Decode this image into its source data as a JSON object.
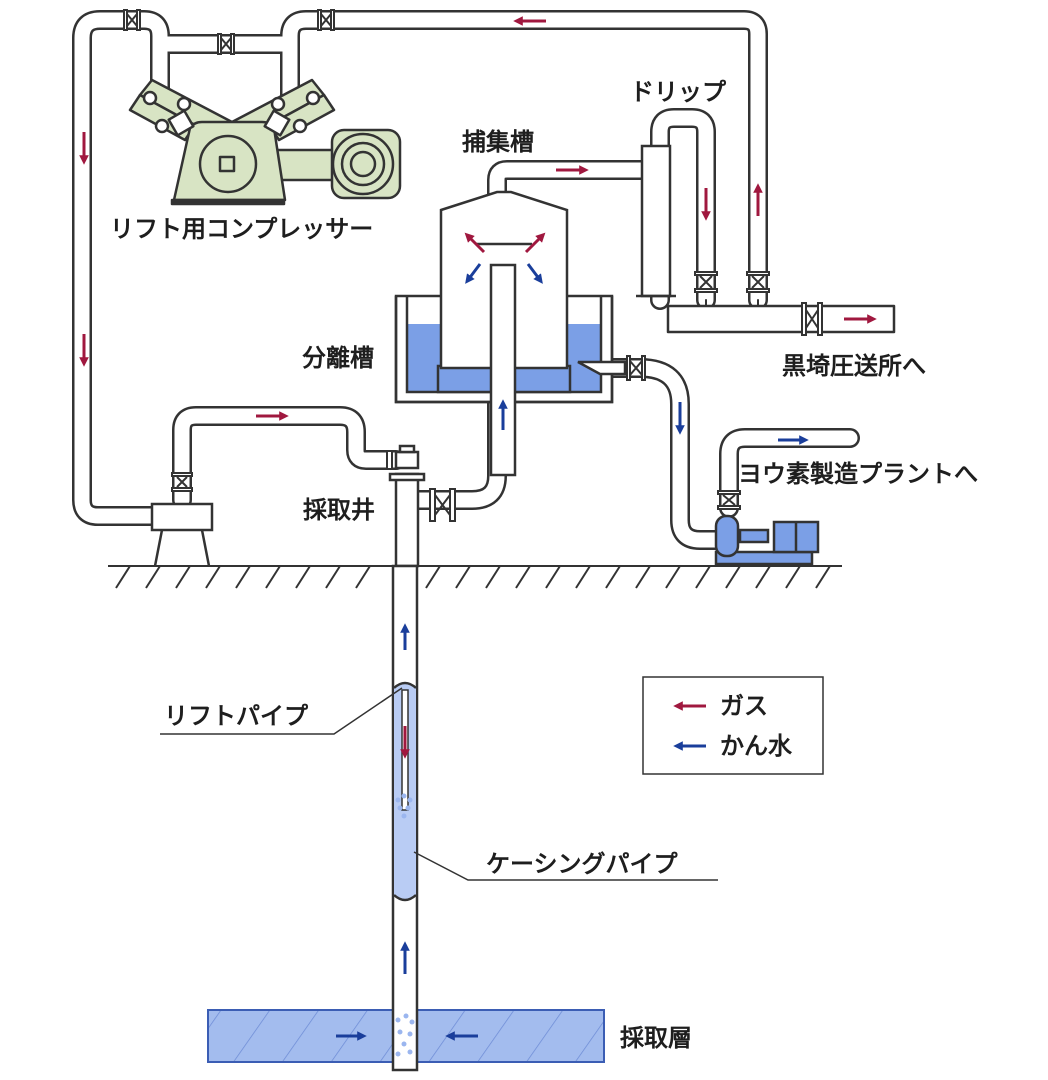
{
  "labels": {
    "compressor": "リフト用コンプレッサー",
    "drip": "ドリップ",
    "collection_tank": "捕集槽",
    "separation_tank": "分離槽",
    "to_kurosaki": "黒埼圧送所へ",
    "to_iodine_plant": "ヨウ素製造プラントへ",
    "well": "採取井",
    "lift_pipe": "リフトパイプ",
    "casing_pipe": "ケーシングパイプ",
    "aquifer": "採取層"
  },
  "legend": {
    "gas": "ガス",
    "brine": "かん水"
  },
  "colors": {
    "gas_arrow": "#a0183f",
    "brine_arrow": "#1a3e9b",
    "water_fill": "#7b9fe6",
    "compressor_fill": "#d8e4c4",
    "pump_fill": "#7b9fe6"
  }
}
